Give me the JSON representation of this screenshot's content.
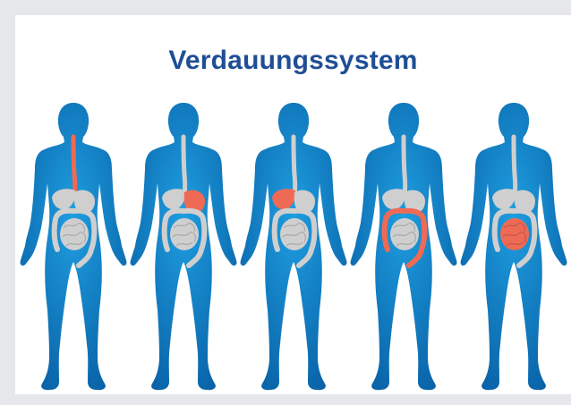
{
  "title": "Verdauungssystem",
  "colors": {
    "title": "#1f4e95",
    "body": "#1e9ee0",
    "body_dark": "#0a63a8",
    "organ": "#cfcfcf",
    "highlight": "#ef6a55"
  },
  "figures": [
    {
      "highlight": "esophagus"
    },
    {
      "highlight": "stomach"
    },
    {
      "highlight": "liver"
    },
    {
      "highlight": "large-intestine"
    },
    {
      "highlight": "small-intestine"
    }
  ]
}
